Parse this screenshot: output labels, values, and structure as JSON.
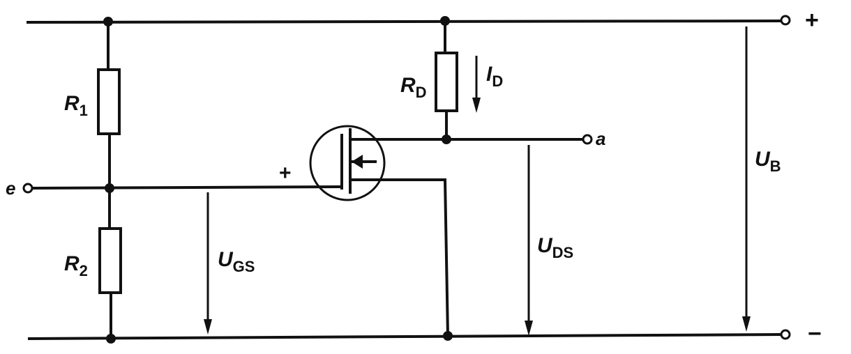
{
  "diagram": {
    "labels": {
      "r1": {
        "main": "R",
        "sub": "1"
      },
      "r2": {
        "main": "R",
        "sub": "2"
      },
      "rd": {
        "main": "R",
        "sub": "D"
      },
      "id": {
        "main": "I",
        "sub": "D"
      },
      "ub": {
        "main": "U",
        "sub": "B"
      },
      "ugs": {
        "main": "U",
        "sub": "GS"
      },
      "uds": {
        "main": "U",
        "sub": "DS"
      }
    },
    "terminals": {
      "input": "e",
      "output": "a",
      "plus": "+",
      "minus": "−",
      "gate_plus": "+"
    }
  }
}
